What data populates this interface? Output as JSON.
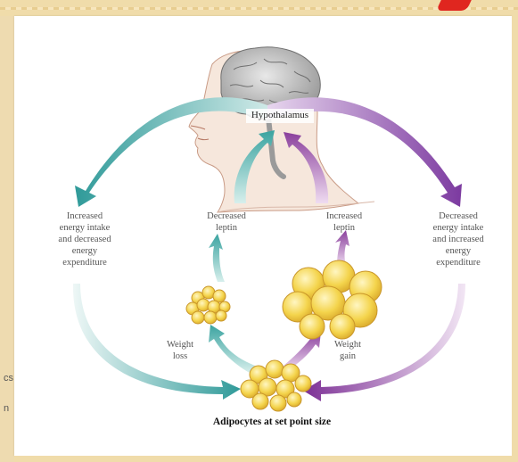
{
  "labels": {
    "hypothalamus": "Hypothalamus",
    "left_outer": "Increased\nenergy intake\nand decreased\nenergy\nexpenditure",
    "decreased_leptin": "Decreased\nleptin",
    "increased_leptin": "Increased\nleptin",
    "right_outer": "Decreased\nenergy intake\nand increased\nenergy\nexpenditure",
    "weight_loss": "Weight\nloss",
    "weight_gain": "Weight\ngain",
    "adipocytes": "Adipocytes at set point size"
  },
  "side_fragments": [
    "cs",
    "n"
  ],
  "colors": {
    "teal": "#3aa3a0",
    "purple": "#8d4fb0",
    "fat": "#f3d24a",
    "brain": "#b9b9b9",
    "skin": "#f4e0d3"
  }
}
